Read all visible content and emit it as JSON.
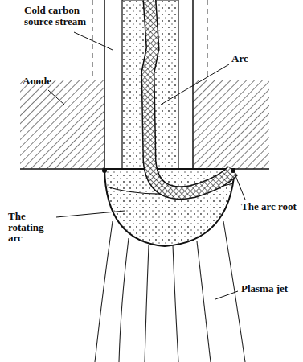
{
  "diagram": {
    "labels": [
      "Cold carbon source stream",
      "Anode",
      "Arc",
      "The arc root",
      "The rotating arc",
      "Plasma jet"
    ]
  }
}
